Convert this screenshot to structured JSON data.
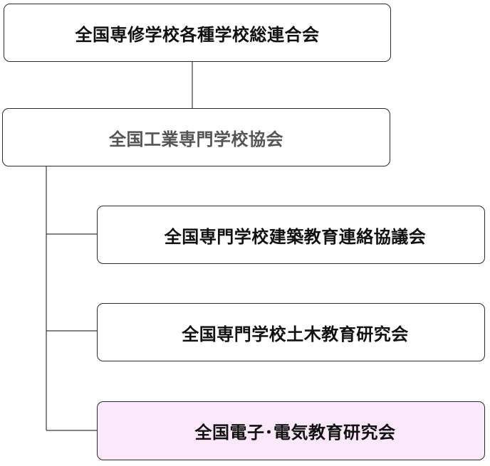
{
  "org_chart": {
    "root": {
      "label": "全国専修学校各種学校総連合会"
    },
    "level2": {
      "label": "全国工業専門学校協会"
    },
    "children": [
      {
        "label": "全国専門学校建築教育連絡協議会"
      },
      {
        "label": "全国専門学校土木教育研究会"
      },
      {
        "label": "全国電子･電気教育研究会",
        "highlighted": true
      }
    ]
  },
  "colors": {
    "border": "#2b2b2b",
    "connector": "#3a3a3a",
    "box_background": "#ffffff",
    "highlight_background": "#fbe8fb",
    "muted_text": "#555555"
  }
}
